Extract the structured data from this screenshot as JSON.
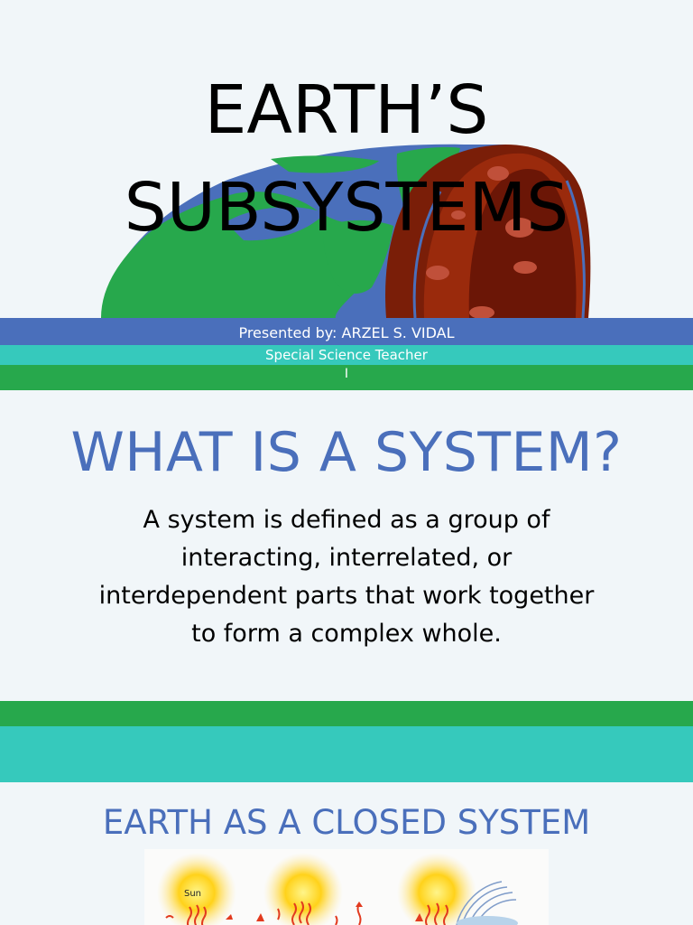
{
  "slide1": {
    "title_line1": "EARTH’S",
    "title_line2": "SUBSYSTEMS",
    "presenter_line": "Presented by: ARZEL S. VIDAL",
    "role_line": "Special Science Teacher",
    "grade_line": "I",
    "illustration_icon": "earth-cross-section",
    "colors": {
      "ocean": "#4a6fbb",
      "land": "#27a84c",
      "mantle": "#7a1e08",
      "band_blue": "#4a6fbb",
      "band_teal": "#36c9bc",
      "band_green": "#27a84c"
    }
  },
  "slide2": {
    "heading": "WHAT IS A SYSTEM?",
    "body": "A system is defined as a group of interacting, interrelated, or interdependent parts that work together to form a complex whole."
  },
  "slide3": {
    "heading": "EARTH AS A CLOSED SYSTEM",
    "figure": {
      "sun_label": "Sun",
      "icons": [
        "sun-icon",
        "sun-icon",
        "sun-icon",
        "heat-arrows-icon",
        "atmosphere-icon"
      ]
    }
  },
  "colors": {
    "heading_blue": "#4a6fbb",
    "background": "#f1f6f9"
  }
}
